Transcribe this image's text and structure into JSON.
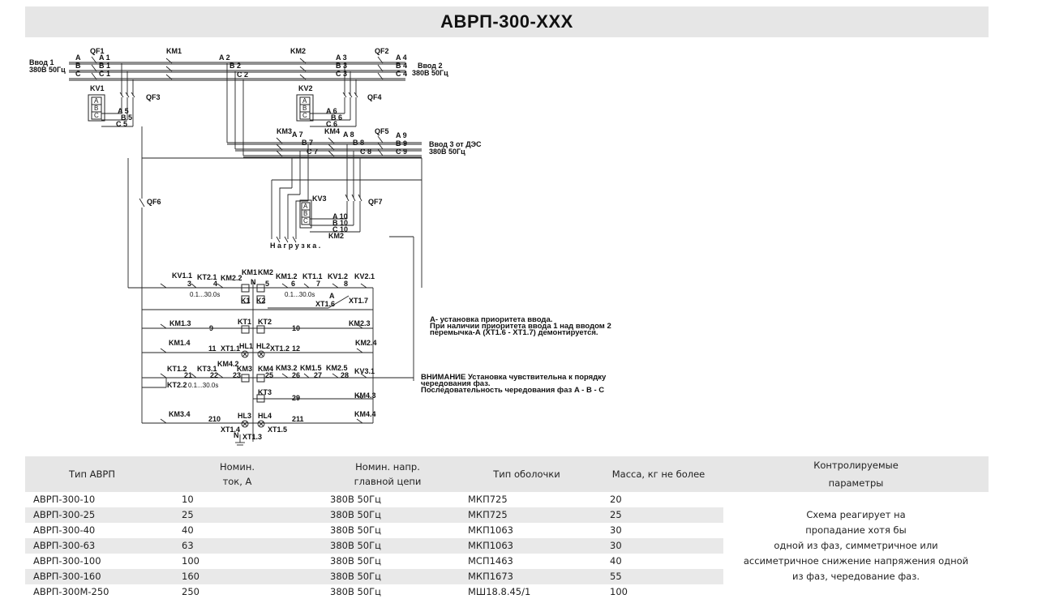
{
  "title": "АВРП-300-XXX",
  "schematic": {
    "input1": [
      "Ввод 1",
      "380В 50Гц"
    ],
    "input2": [
      "Ввод 2",
      "380В 50Гц"
    ],
    "input3": [
      "Ввод 3 от ДЭС",
      "380В 50Гц"
    ],
    "load": "Н а г р у з к а .",
    "devices": [
      "QF1",
      "KM1",
      "KM2",
      "QF2",
      "KV1",
      "QF3",
      "KV2",
      "QF4",
      "KM3",
      "KM4",
      "QF5",
      "QF6",
      "KV3",
      "QF7",
      "KM2"
    ],
    "phases": [
      "A",
      "B",
      "C"
    ],
    "phase_labels": [
      "A 1",
      "B 1",
      "C 1",
      "A 2",
      "B 2",
      "C 2",
      "A 3",
      "B 3",
      "C 3",
      "A 4",
      "B 4",
      "C 4",
      "A 5",
      "B 5",
      "C 5",
      "A 6",
      "B 6",
      "C 6",
      "A 7",
      "B 7",
      "C 7",
      "A 8",
      "B 8",
      "C 8",
      "A 9",
      "B 9",
      "C 9",
      "A 10",
      "B 10",
      "C 10"
    ],
    "control_labels": [
      "KV1.1",
      "KT2.1",
      "KM2.2",
      "KM1",
      "KM2",
      "KM1.2",
      "KT1.1",
      "KV1.2",
      "KV2.1",
      "N",
      "3",
      "4",
      "5",
      "6",
      "7",
      "8",
      "0.1...30.0s",
      "0.1...30.0s",
      "K1",
      "K2",
      "XT1.6",
      "XT1.7",
      "A",
      "KM1.3",
      "9",
      "KT1",
      "KT2",
      "10",
      "KM2.3",
      "KM1.4",
      "11",
      "XT1.1",
      "HL1",
      "HL2",
      "XT1.2",
      "12",
      "KM2.4",
      "KT1.2",
      "KT3.1",
      "KM4.2",
      "KM3",
      "KM4",
      "KM3.2",
      "KM1.5",
      "KM2.5",
      "KV3.1",
      "21",
      "22",
      "23",
      "25",
      "26",
      "27",
      "28",
      "KT2.2",
      "0.1...30.0s",
      "KT3",
      "29",
      "KM4.3",
      "KM3.4",
      "210",
      "HL3",
      "HL4",
      "211",
      "KM4.4",
      "XT1.4",
      "XT1.3",
      "XT1.5",
      "N"
    ],
    "note1": [
      "А- установка приоритета ввода.",
      "При наличии приоритета ввода 1 над вводом 2",
      "перемычка-А (XT1.6 - XT1.7) демонтируется."
    ],
    "note2": [
      "ВНИМАНИЕ  Установка чувствительна к порядку",
      "чередования фаз.",
      "Последовательность чередования фаз  A - B - C"
    ]
  },
  "table": {
    "headers": {
      "type": "Тип АВРП",
      "current": [
        "Номин.",
        "ток, А"
      ],
      "voltage": [
        "Номин. напр.",
        "главной цепи"
      ],
      "enclosure": "Тип оболочки",
      "mass": "Масса, кг не более",
      "params": [
        "Контролируемые",
        "параметры"
      ]
    },
    "rows": [
      {
        "type": "АВРП-300-10",
        "current": "10",
        "voltage": "380В 50Гц",
        "enclosure": "МКП725",
        "mass": "20"
      },
      {
        "type": "АВРП-300-25",
        "current": "25",
        "voltage": "380В 50Гц",
        "enclosure": "МКП725",
        "mass": "25"
      },
      {
        "type": "АВРП-300-40",
        "current": "40",
        "voltage": "380В 50Гц",
        "enclosure": "МКП1063",
        "mass": "30"
      },
      {
        "type": "АВРП-300-63",
        "current": "63",
        "voltage": "380В 50Гц",
        "enclosure": "МКП1063",
        "mass": "30"
      },
      {
        "type": "АВРП-300-100",
        "current": "100",
        "voltage": "380В 50Гц",
        "enclosure": "МСП1463",
        "mass": "40"
      },
      {
        "type": "АВРП-300-160",
        "current": "160",
        "voltage": "380В 50Гц",
        "enclosure": "МКП1673",
        "mass": "55"
      },
      {
        "type": "АВРП-300М-250",
        "current": "250",
        "voltage": "380В 50Гц",
        "enclosure": "МШ18.8.45/1",
        "mass": "100"
      }
    ],
    "params_note": [
      "Схема реагирует на",
      "пропадание хотя бы",
      "одной из фаз, симметричное или",
      "ассиметричное снижение напряжения одной",
      "из фаз, чередование фаз."
    ]
  }
}
